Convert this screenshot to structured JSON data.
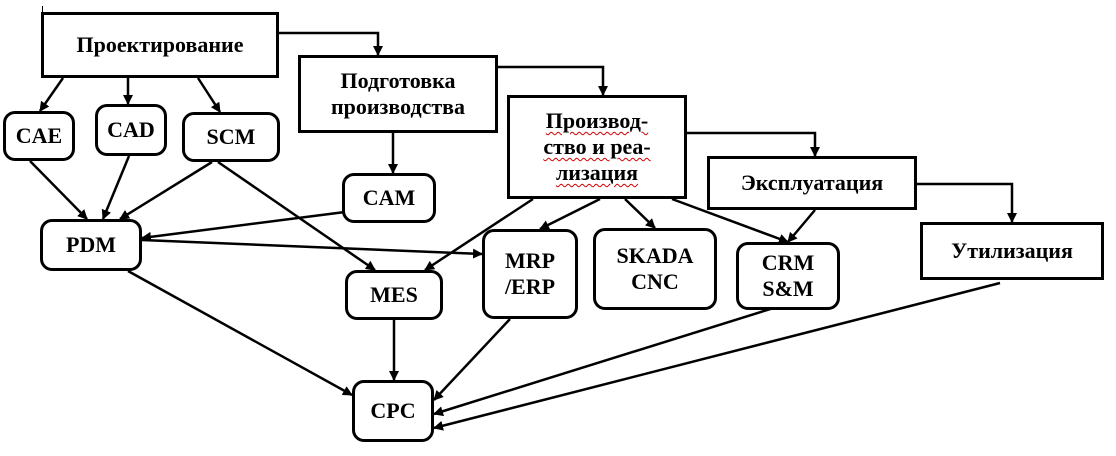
{
  "stages": {
    "design": "Проектирование",
    "prep": "Подготовка\nпроизводства",
    "prod": "Производ-\nство и реа-\nлизация",
    "oper": "Эксплуатация",
    "util": "Утилизация"
  },
  "systems": {
    "cae": "CAE",
    "cad": "CAD",
    "scm": "SCM",
    "pdm": "PDM",
    "cam": "CAM",
    "mes": "MES",
    "mrp": "MRP\n/ERP",
    "skada": "SKADA\nCNC",
    "crm": "CRM\nS&M",
    "cpc": "CPC"
  },
  "edges": [
    {
      "from": "design",
      "to": "prep",
      "style": "elbow"
    },
    {
      "from": "prep",
      "to": "prod",
      "style": "elbow"
    },
    {
      "from": "prod",
      "to": "oper",
      "style": "elbow"
    },
    {
      "from": "oper",
      "to": "util",
      "style": "elbow"
    },
    {
      "from": "design",
      "to": "cae"
    },
    {
      "from": "design",
      "to": "cad"
    },
    {
      "from": "design",
      "to": "scm"
    },
    {
      "from": "prep",
      "to": "cam"
    },
    {
      "from": "prod",
      "to": "mes"
    },
    {
      "from": "prod",
      "to": "mrp"
    },
    {
      "from": "prod",
      "to": "skada"
    },
    {
      "from": "prod",
      "to": "crm"
    },
    {
      "from": "oper",
      "to": "crm"
    },
    {
      "from": "cae",
      "to": "pdm"
    },
    {
      "from": "cad",
      "to": "pdm"
    },
    {
      "from": "scm",
      "to": "pdm"
    },
    {
      "from": "cam",
      "to": "pdm"
    },
    {
      "from": "scm",
      "to": "mes"
    },
    {
      "from": "pdm",
      "to": "mrp"
    },
    {
      "from": "pdm",
      "to": "cpc"
    },
    {
      "from": "mes",
      "to": "cpc"
    },
    {
      "from": "mrp",
      "to": "cpc"
    },
    {
      "from": "crm",
      "to": "cpc"
    },
    {
      "from": "util",
      "to": "cpc"
    }
  ]
}
